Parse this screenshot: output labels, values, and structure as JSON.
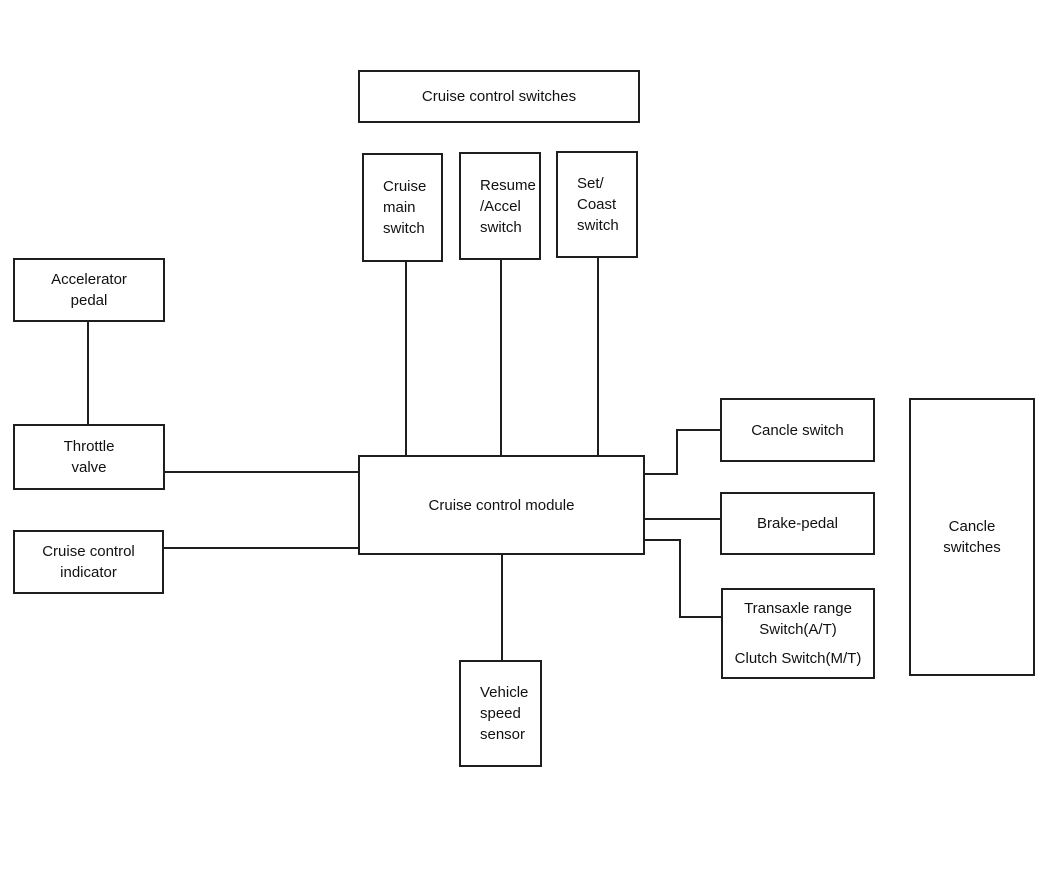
{
  "diagram": {
    "kind": "block-diagram",
    "subject": "Cruise control system",
    "line_color": "#1e1e1e",
    "background_color": "#ffffff",
    "nodes": {
      "cruise_control_switches": {
        "label": "Cruise control switches"
      },
      "cruise_main_switch": {
        "lines": [
          "Cruise",
          "main",
          "switch"
        ]
      },
      "resume_accel_switch": {
        "lines": [
          "Resume",
          "/Accel",
          "switch"
        ]
      },
      "set_coast_switch": {
        "lines": [
          "Set/",
          "Coast",
          "switch"
        ]
      },
      "accelerator_pedal": {
        "lines": [
          "Accelerator",
          "pedal"
        ]
      },
      "throttle_valve": {
        "lines": [
          "Throttle",
          "valve"
        ]
      },
      "cruise_control_indicator": {
        "lines": [
          "Cruise control",
          "indicator"
        ]
      },
      "cruise_control_module": {
        "label": "Cruise control module"
      },
      "cancle_switch": {
        "label": "Cancle switch"
      },
      "brake_pedal": {
        "label": "Brake-pedal"
      },
      "transaxle": {
        "lines": [
          "Transaxle range",
          "Switch(A/T)",
          "Clutch Switch(M/T)"
        ]
      },
      "cancle_switches": {
        "lines": [
          "Cancle",
          "switches"
        ]
      },
      "vehicle_speed_sensor": {
        "lines": [
          "Vehicle",
          "speed",
          "sensor"
        ]
      }
    },
    "connections": [
      "cruise_main_switch -> cruise_control_module",
      "resume_accel_switch -> cruise_control_module",
      "set_coast_switch -> cruise_control_module",
      "accelerator_pedal -> throttle_valve",
      "throttle_valve -> cruise_control_module",
      "cruise_control_indicator -> cruise_control_module",
      "cruise_control_module -> cancle_switch",
      "cruise_control_module -> brake_pedal",
      "cruise_control_module -> transaxle",
      "cruise_control_module -> vehicle_speed_sensor"
    ]
  }
}
